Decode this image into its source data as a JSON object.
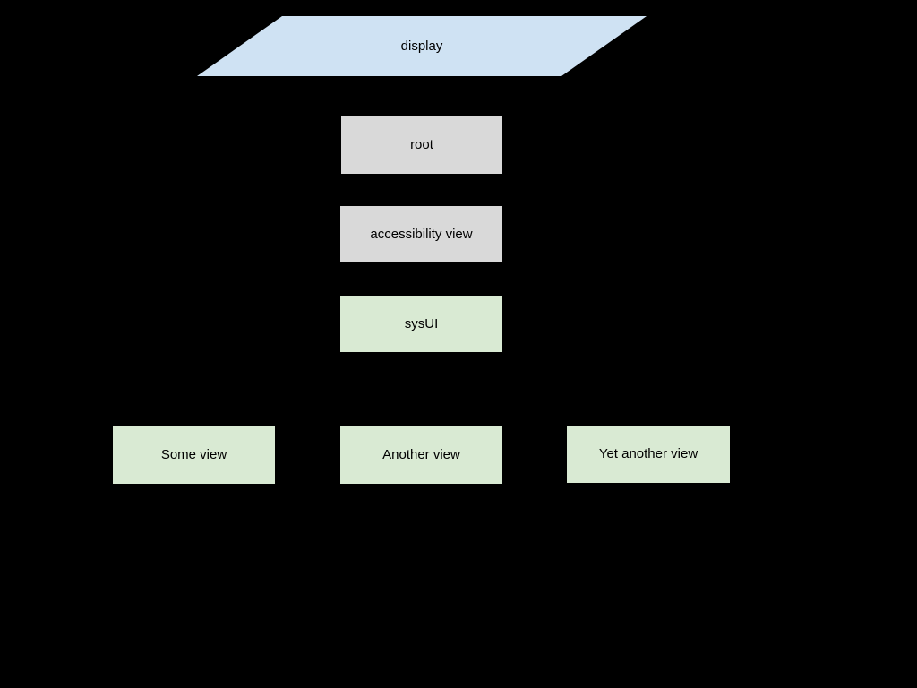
{
  "diagram": {
    "background_color": "#000000",
    "text_color": "#000000",
    "colors": {
      "display_fill": "#cfe2f3",
      "gray_fill": "#d9d9d9",
      "green_fill": "#d9ead3"
    },
    "nodes": {
      "display": {
        "label": "display",
        "shape": "parallelogram",
        "fill": "#cfe2f3"
      },
      "root": {
        "label": "root",
        "shape": "rectangle",
        "fill": "#d9d9d9"
      },
      "accessibility_view": {
        "label": "accessibility view",
        "shape": "rectangle",
        "fill": "#d9d9d9"
      },
      "sysui": {
        "label": "sysUI",
        "shape": "rectangle",
        "fill": "#d9ead3"
      },
      "some_view": {
        "label": "Some view",
        "shape": "rectangle",
        "fill": "#d9ead3"
      },
      "another_view": {
        "label": "Another view",
        "shape": "rectangle",
        "fill": "#d9ead3"
      },
      "yet_another_view": {
        "label": "Yet another view",
        "shape": "rectangle",
        "fill": "#d9ead3"
      }
    },
    "hierarchy_order": [
      "display",
      "root",
      "accessibility_view",
      "sysui"
    ],
    "leaf_row": [
      "some_view",
      "another_view",
      "yet_another_view"
    ]
  }
}
